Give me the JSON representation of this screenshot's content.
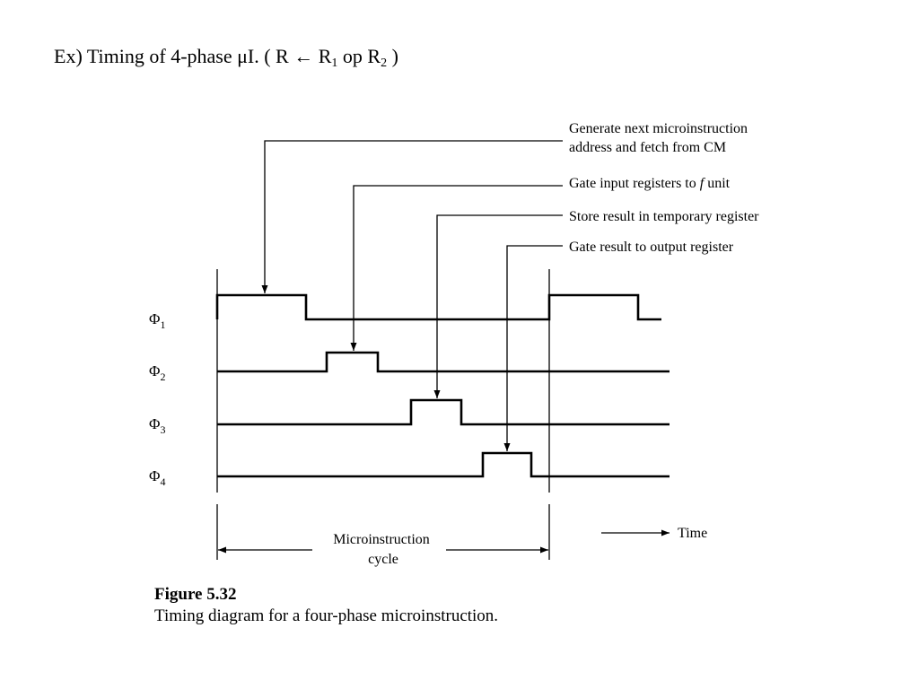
{
  "heading": {
    "prefix": "Ex) Timing of 4-phase μI. ( R ← R",
    "sub1": "1",
    "mid": " op R",
    "sub2": "2",
    "suffix": " )"
  },
  "annotations": [
    {
      "lines": [
        "Generate next microinstruction",
        "address and fetch from CM"
      ]
    },
    {
      "lines": [
        "Gate input registers to ",
        "f",
        " unit"
      ]
    },
    {
      "lines": [
        "Store result in temporary register"
      ]
    },
    {
      "lines": [
        "Gate result to output register"
      ]
    }
  ],
  "phases": [
    {
      "symbol": "Φ",
      "sub": "1"
    },
    {
      "symbol": "Φ",
      "sub": "2"
    },
    {
      "symbol": "Φ",
      "sub": "3"
    },
    {
      "symbol": "Φ",
      "sub": "4"
    }
  ],
  "cycle_label": [
    "Microinstruction",
    "cycle"
  ],
  "time_label": "Time",
  "caption": {
    "figure": "Figure 5.32",
    "text": "Timing diagram for a four-phase microinstruction."
  }
}
